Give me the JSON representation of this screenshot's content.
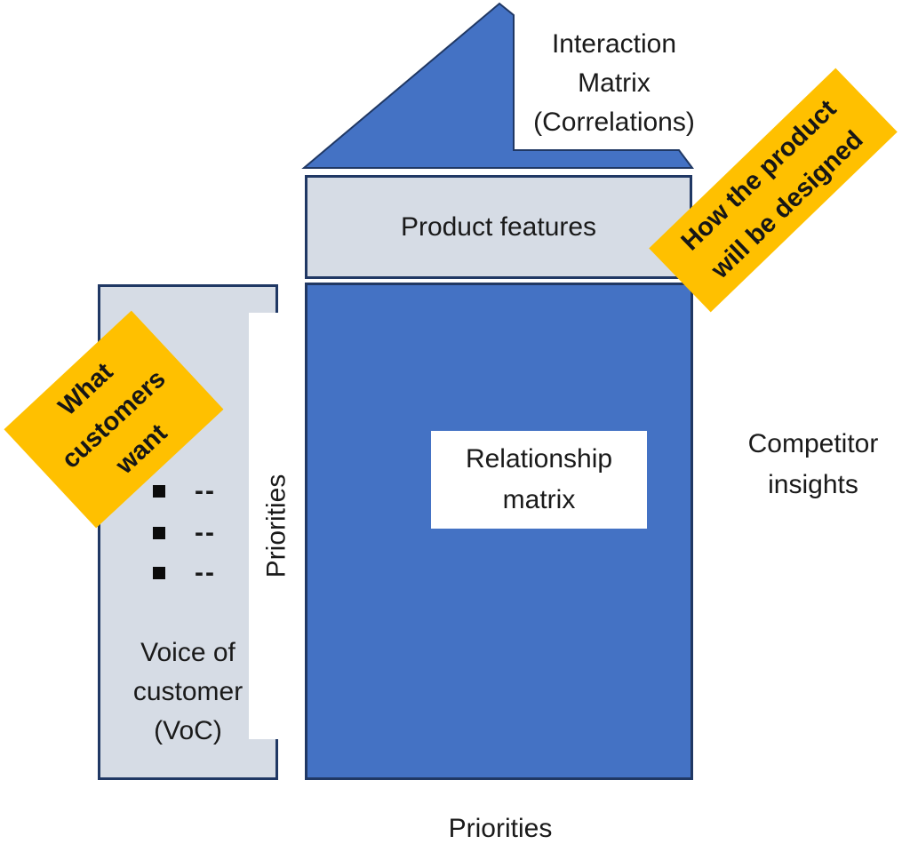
{
  "colors": {
    "matrix_blue": "#4472C4",
    "panel_gray": "#D6DCE5",
    "border_navy": "#203864",
    "banner_orange": "#FFC000",
    "text_black": "#1A1A1A",
    "background": "#FFFFFF"
  },
  "roof": {
    "label": "Interaction\nMatrix\n(Correlations)"
  },
  "product_features": {
    "label": "Product features"
  },
  "relationship_matrix": {
    "label": "Relationship\nmatrix"
  },
  "voc": {
    "label": "Voice of\ncustomer\n(VoC)",
    "bullets": [
      "--",
      "--",
      "--"
    ]
  },
  "priorities_left": {
    "label": "Priorities"
  },
  "priorities_bottom": {
    "label": "Priorities"
  },
  "competitor": {
    "label": "Competitor\ninsights"
  },
  "banner_left": {
    "label": "What\ncustomers\nwant"
  },
  "banner_right": {
    "label": "How the product\nwill be designed"
  }
}
